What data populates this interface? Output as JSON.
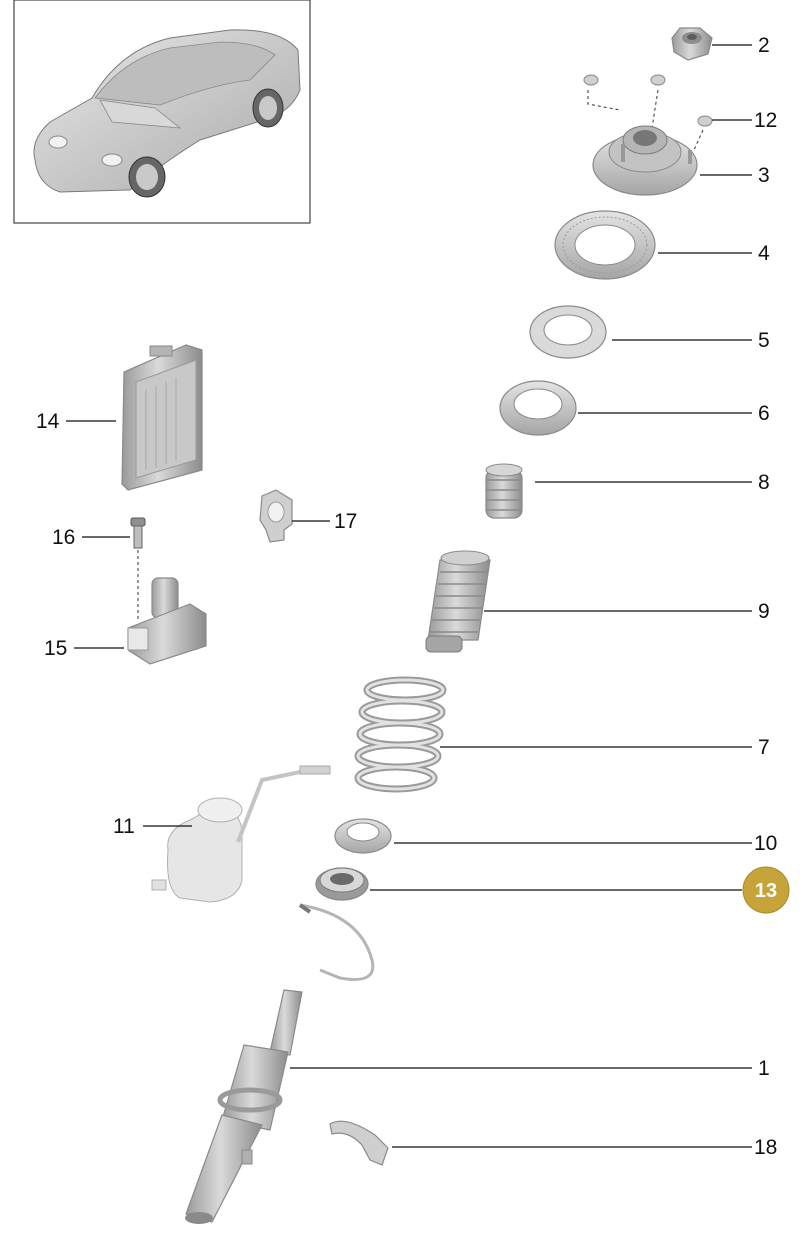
{
  "colors": {
    "part_fill": "#cfcfcf",
    "part_dark": "#a8a8a8",
    "part_light": "#e6e6e6",
    "highlight": "#c7a43a",
    "line": "#111111"
  },
  "callouts": [
    {
      "id": "1",
      "label": "1",
      "highlighted": false
    },
    {
      "id": "2",
      "label": "2",
      "highlighted": false
    },
    {
      "id": "3",
      "label": "3",
      "highlighted": false
    },
    {
      "id": "4",
      "label": "4",
      "highlighted": false
    },
    {
      "id": "5",
      "label": "5",
      "highlighted": false
    },
    {
      "id": "6",
      "label": "6",
      "highlighted": false
    },
    {
      "id": "7",
      "label": "7",
      "highlighted": false
    },
    {
      "id": "8",
      "label": "8",
      "highlighted": false
    },
    {
      "id": "9",
      "label": "9",
      "highlighted": false
    },
    {
      "id": "10",
      "label": "10",
      "highlighted": false
    },
    {
      "id": "11",
      "label": "11",
      "highlighted": false
    },
    {
      "id": "12",
      "label": "12",
      "highlighted": false
    },
    {
      "id": "13",
      "label": "13",
      "highlighted": true
    },
    {
      "id": "14",
      "label": "14",
      "highlighted": false
    },
    {
      "id": "15",
      "label": "15",
      "highlighted": false
    },
    {
      "id": "16",
      "label": "16",
      "highlighted": false
    },
    {
      "id": "17",
      "label": "17",
      "highlighted": false
    },
    {
      "id": "18",
      "label": "18",
      "highlighted": false
    }
  ]
}
